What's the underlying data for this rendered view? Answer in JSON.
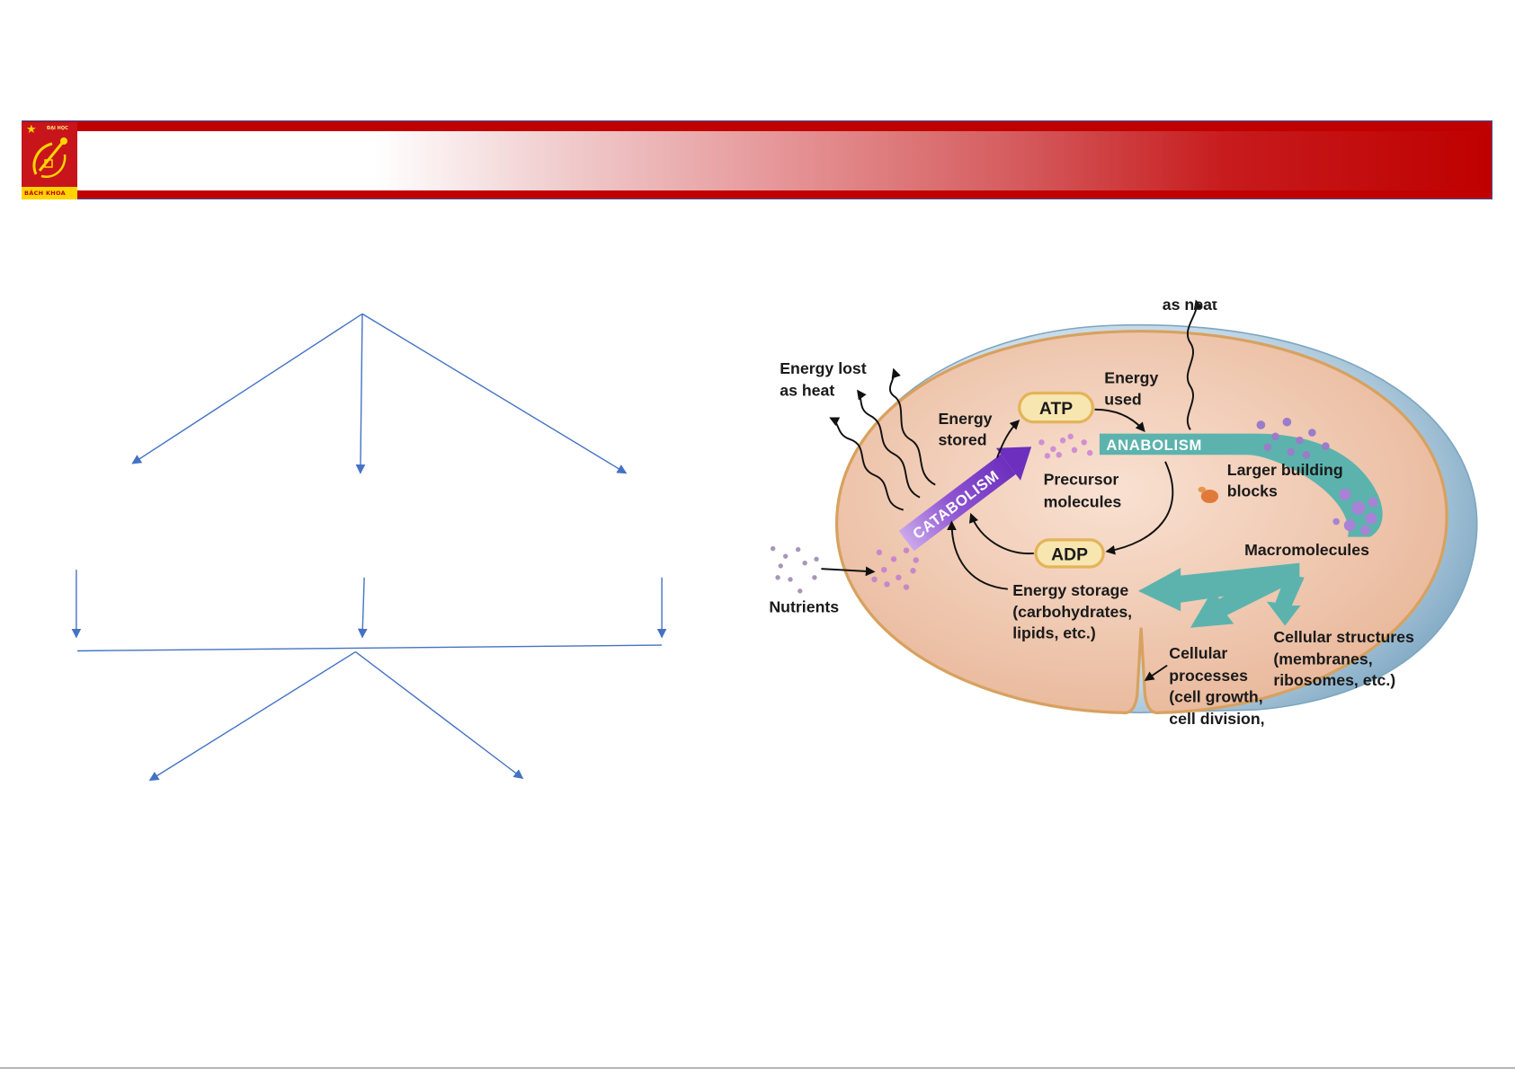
{
  "logo": {
    "top_text": "ĐẠI HỌC",
    "bottom_text": "BÁCH KHOA"
  },
  "colors": {
    "banner_red": "#c00000",
    "tree_arrow": "#4472c4",
    "catabolism": "#7b3fc4",
    "anabolism": "#5cb3ad",
    "cell": "#f0c9af",
    "cell_wall": "#a9c8dd"
  },
  "diagram": {
    "heat_label_top": "as heat",
    "energy_lost": [
      "Energy lost",
      "as heat"
    ],
    "energy_used": [
      "Energy",
      "used"
    ],
    "energy_stored": [
      "Energy",
      "stored"
    ],
    "atp": "ATP",
    "adp": "ADP",
    "catabolism": "CATABOLISM",
    "anabolism": "ANABOLISM",
    "precursor": [
      "Precursor",
      "molecules"
    ],
    "larger_blocks": [
      "Larger building",
      "blocks"
    ],
    "macromolecules": "Macromolecules",
    "nutrients": "Nutrients",
    "energy_storage": [
      "Energy storage",
      "(carbohydrates,",
      "lipids, etc.)"
    ],
    "cellular_processes": [
      "Cellular",
      "processes",
      "(cell growth,",
      "cell division,"
    ],
    "cellular_structures": [
      "Cellular structures",
      "(membranes,",
      "ribosomes, etc.)"
    ]
  }
}
